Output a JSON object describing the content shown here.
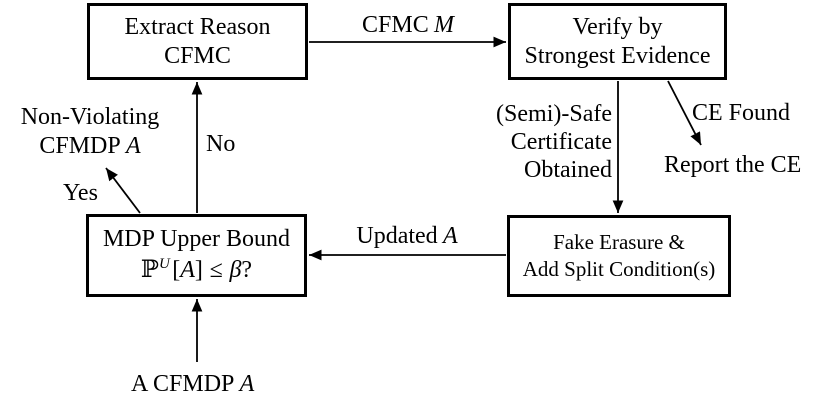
{
  "canvas": {
    "bg": "#ffffff",
    "ink": "#000000"
  },
  "boxes": {
    "extract": {
      "line1": "Extract Reason",
      "line2": "CFMC"
    },
    "verify": {
      "line1": "Verify by",
      "line2": "Strongest Evidence"
    },
    "mdp": {
      "line1": "MDP Upper Bound",
      "math": {
        "p": "ℙ",
        "sup": "U",
        "open": "[",
        "var": "A",
        "close": "]",
        "rel": "≤",
        "beta": "β",
        "question": "?"
      }
    },
    "fake": {
      "line1": "Fake Erasure &",
      "line2": "Add Split Condition(s)"
    }
  },
  "labels": {
    "cfmc_m": {
      "text": "CFMC",
      "var": "M"
    },
    "semi_safe": {
      "line1": "(Semi)-Safe",
      "line2": "Certificate",
      "line3": "Obtained"
    },
    "ce_found": "CE Found",
    "report_ce": "Report the CE",
    "updated_a": {
      "text": "Updated",
      "var": "A"
    },
    "no": "No",
    "yes": "Yes",
    "non_violating": {
      "line1": "Non-Violating",
      "line2": "CFMDP",
      "var": "A"
    },
    "a_cfmdp": {
      "text": "A CFMDP",
      "var": "A"
    }
  }
}
